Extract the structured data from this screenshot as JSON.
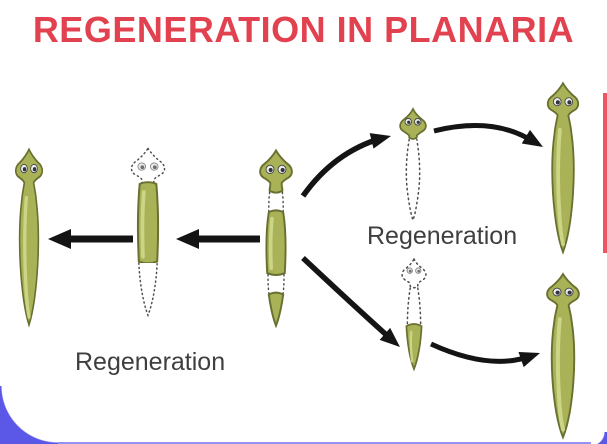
{
  "title": {
    "text": "REGENERATION IN PLANARIA"
  },
  "labels": {
    "left_regeneration": "Regeneration",
    "right_regeneration": "Regeneration"
  },
  "colors": {
    "title_red": "#e2424f",
    "backdrop_blue": "#5b58e8",
    "edge_accent_red": "#ee5661",
    "planaria_body": "#a9b257",
    "planaria_highlight": "#d2d98e",
    "planaria_outline": "#6a7030",
    "arrow_black": "#141414",
    "dotted_gray": "#4f4f4f",
    "label_text": "#3f3f3f",
    "card_background": "#ffffff"
  },
  "figures": [
    {
      "id": "planaria-complete-left",
      "kind": "complete regenerated planaria"
    },
    {
      "id": "planaria-midbody-fragment",
      "kind": "mid-body fragment, dotted head and tail regrowing"
    },
    {
      "id": "planaria-cut-source",
      "kind": "planaria cut into three pieces along dotted lines"
    },
    {
      "id": "planaria-head-fragment",
      "kind": "head fragment, dotted body regrowing"
    },
    {
      "id": "planaria-complete-top-right",
      "kind": "complete regenerated planaria"
    },
    {
      "id": "planaria-tail-fragment",
      "kind": "tail fragment, dotted head and body regrowing"
    },
    {
      "id": "planaria-complete-bottom-right",
      "kind": "complete regenerated planaria"
    }
  ]
}
